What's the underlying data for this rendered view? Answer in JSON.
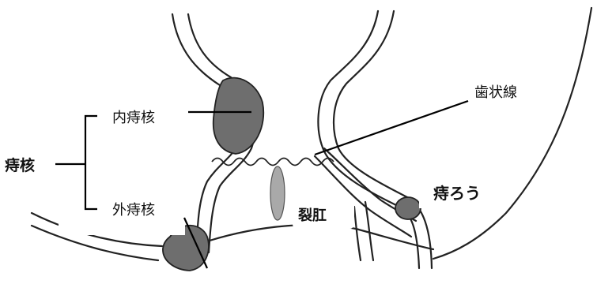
{
  "labels": {
    "inner_hemorrhoid": "内痔核",
    "external_hemorrhoid": "外痔核",
    "hemorrhoids": "痔核",
    "dentate_line": "歯状線",
    "anal_fissure": "裂肛",
    "anal_fistula": "痔ろう"
  },
  "colors": {
    "lesion": "#6e6e6e",
    "fissure": "#a9a9a9",
    "line": "#222222"
  }
}
